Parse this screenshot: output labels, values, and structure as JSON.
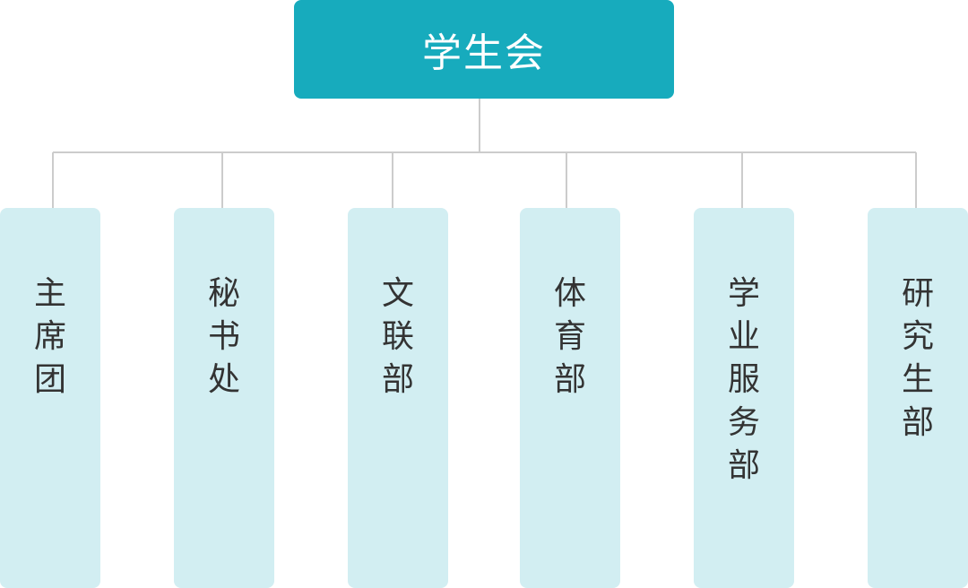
{
  "root": {
    "label": "学生会"
  },
  "departments": [
    {
      "label": "主席团"
    },
    {
      "label": "秘书处"
    },
    {
      "label": "文联部"
    },
    {
      "label": "体育部"
    },
    {
      "label": "学业服务部"
    },
    {
      "label": "研究生部"
    }
  ],
  "colors": {
    "root_fill": "#17abbd",
    "child_fill": "#d2eef2",
    "connector": "#cccccc",
    "root_text": "#ffffff",
    "child_text": "#333333"
  }
}
